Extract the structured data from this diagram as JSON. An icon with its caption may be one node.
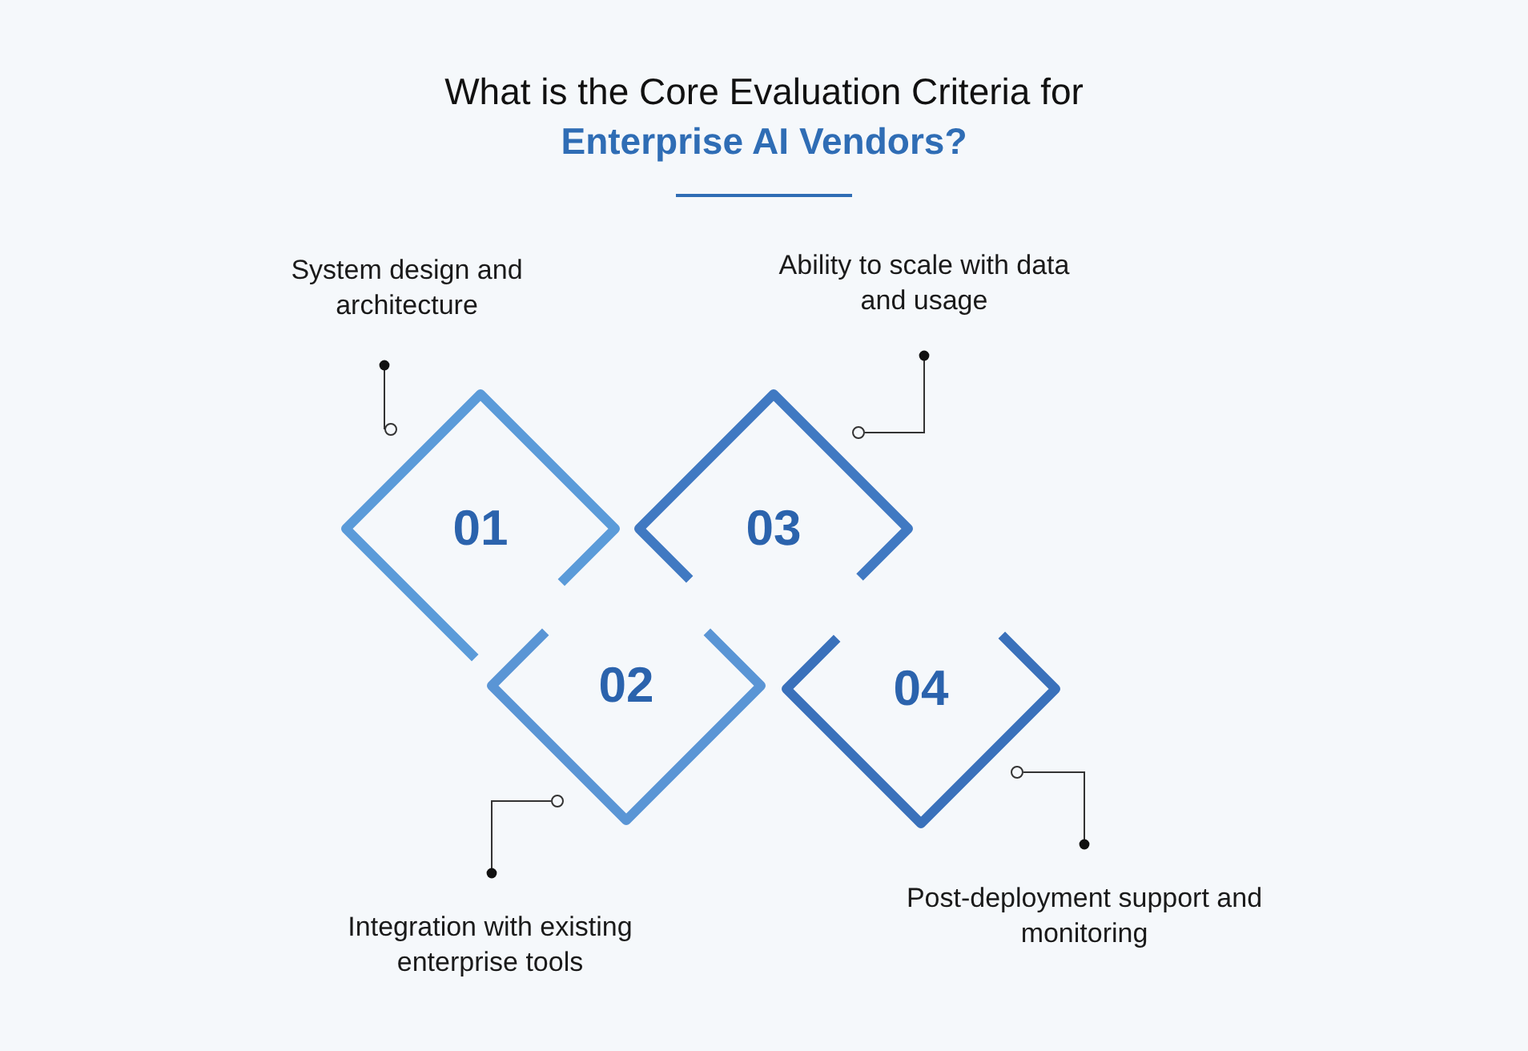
{
  "diagram": {
    "title": "What is the Core Evaluation Criteria for **Enterprise AI Vendors?**",
    "nodes": [
      {
        "text": [
          "01"
        ]
      },
      {
        "text": [
          "02"
        ]
      },
      {
        "text": [
          "03"
        ]
      },
      {
        "text": [
          "04"
        ]
      },
      {
        "text": [
          "System design and architecture"
        ]
      },
      {
        "text": [
          "Ability to scale with data and usage"
        ]
      },
      {
        "text": [
          "Integration with existing enterprise tools"
        ]
      },
      {
        "text": [
          "Post-deployment support and monitoring"
        ]
      }
    ],
    "edges": [
      {
        "from": 4,
        "to": 0,
        "arrow": "other"
      },
      {
        "from": 5,
        "to": 2,
        "arrow": "other"
      },
      {
        "from": 6,
        "to": 1,
        "arrow": "other"
      },
      {
        "from": 7,
        "to": 3,
        "arrow": "other"
      }
    ]
  }
}
